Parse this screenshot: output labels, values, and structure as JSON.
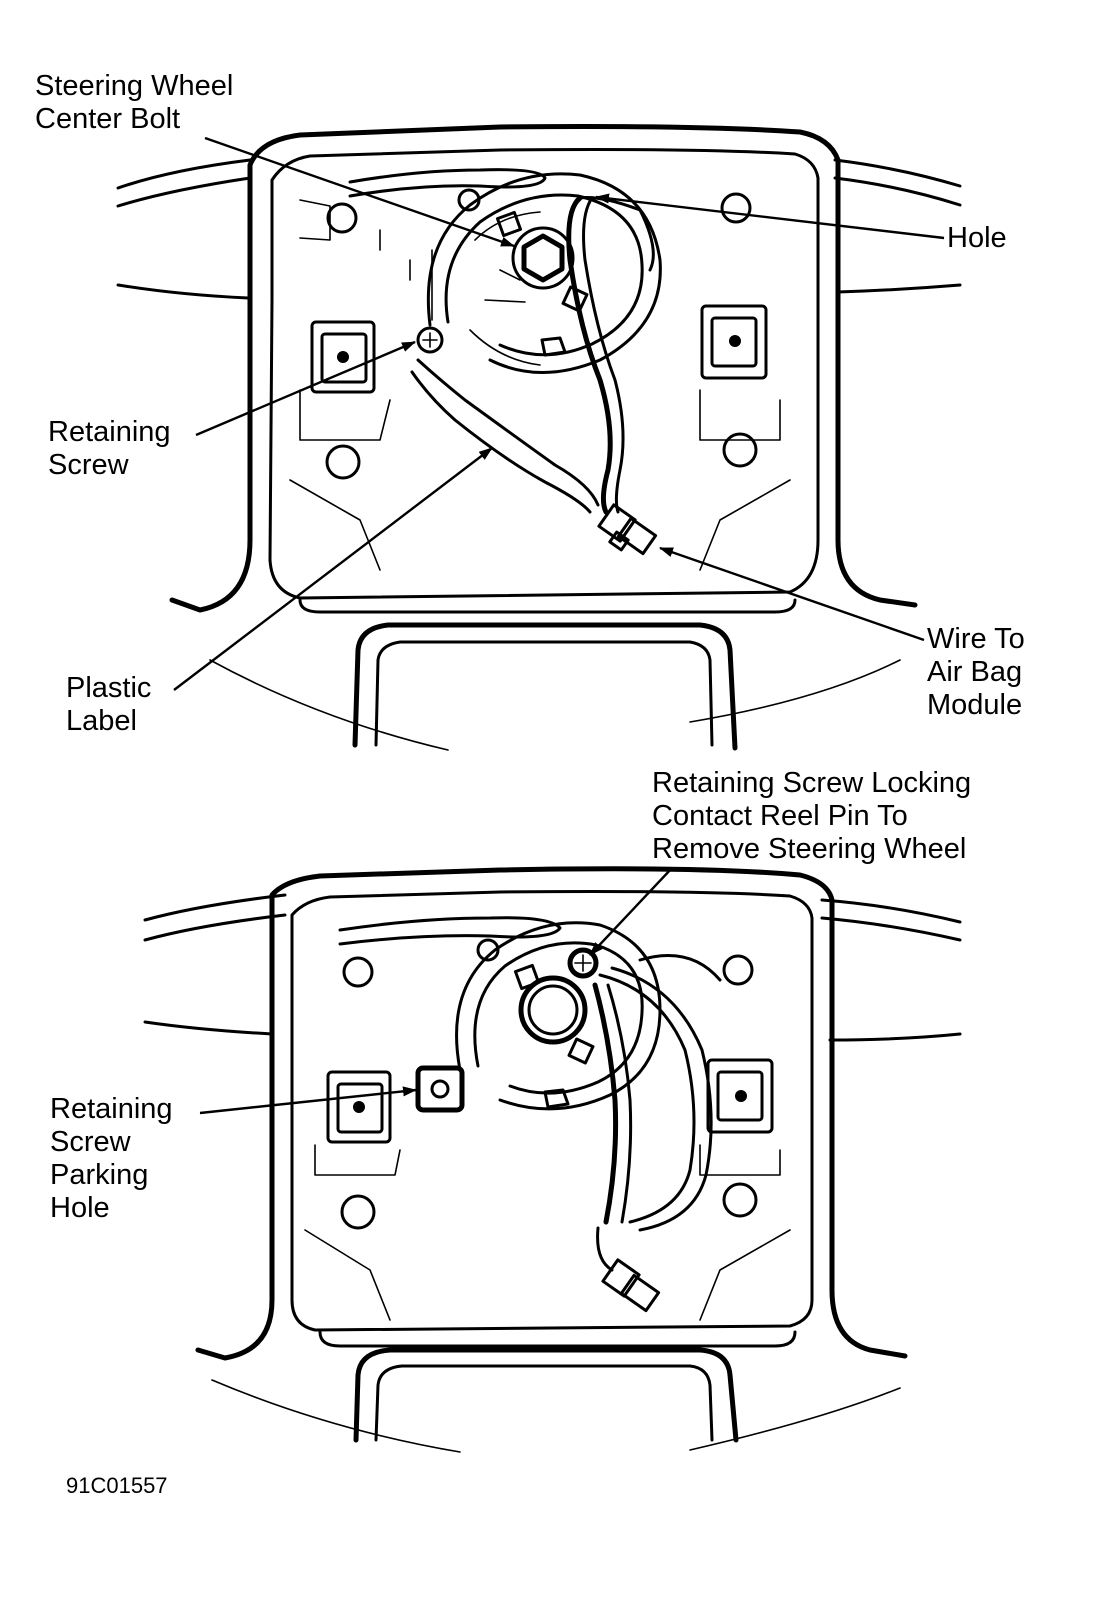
{
  "diagram_code": "91C01557",
  "top_view": {
    "labels": {
      "center_bolt": [
        "Steering Wheel",
        "Center Bolt"
      ],
      "hole": [
        "Hole"
      ],
      "retaining_screw": [
        "Retaining",
        "Screw"
      ],
      "plastic_label": [
        "Plastic",
        "Label"
      ],
      "wire_to_module": [
        "Wire To",
        "Air Bag",
        "Module"
      ]
    }
  },
  "bottom_view": {
    "labels": {
      "locking_screw": [
        "Retaining Screw Locking",
        "Contact Reel Pin To",
        "Remove Steering Wheel"
      ],
      "parking_hole": [
        "Retaining",
        "Screw",
        "Parking",
        "Hole"
      ]
    }
  }
}
